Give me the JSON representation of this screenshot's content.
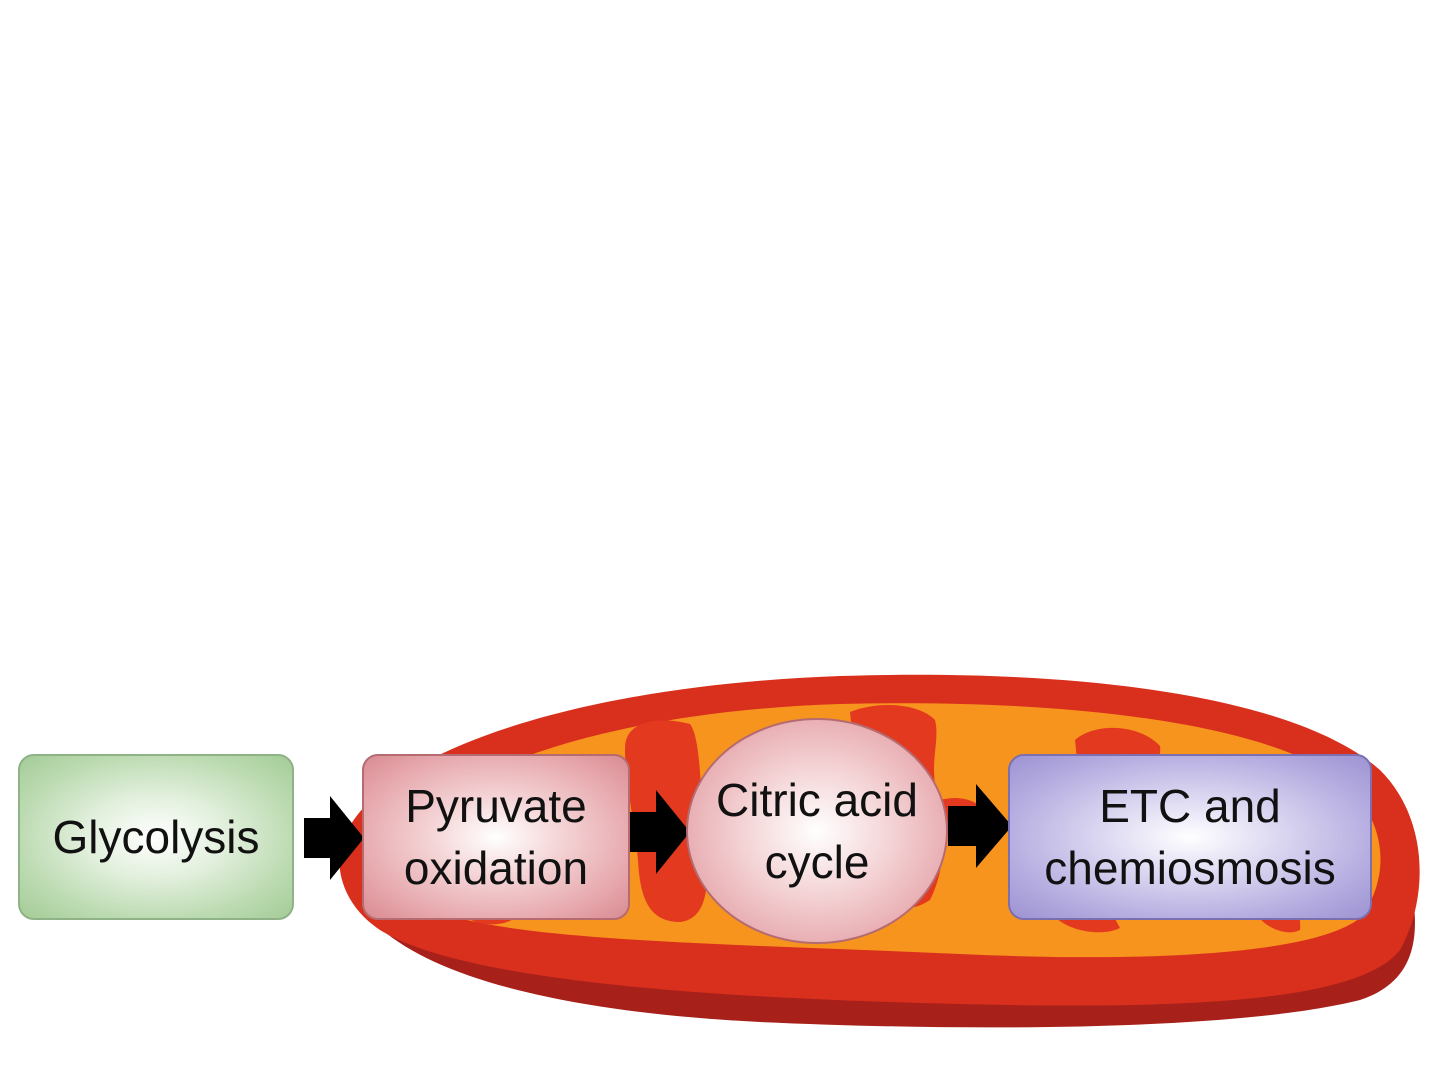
{
  "diagram": {
    "steps": [
      {
        "id": "glycolysis",
        "label": "Glycolysis"
      },
      {
        "id": "pyruvate",
        "label": "Pyruvate\noxidation"
      },
      {
        "id": "citric",
        "label": "Citric acid\ncycle"
      },
      {
        "id": "etc",
        "label": "ETC and\nchemiosmosis"
      }
    ],
    "colors": {
      "outer_membrane": "#d9301e",
      "inner_membrane": "#f7941d",
      "cristae": "#e2391f",
      "shadow": "#a8201a",
      "arrow": "#000000"
    }
  }
}
